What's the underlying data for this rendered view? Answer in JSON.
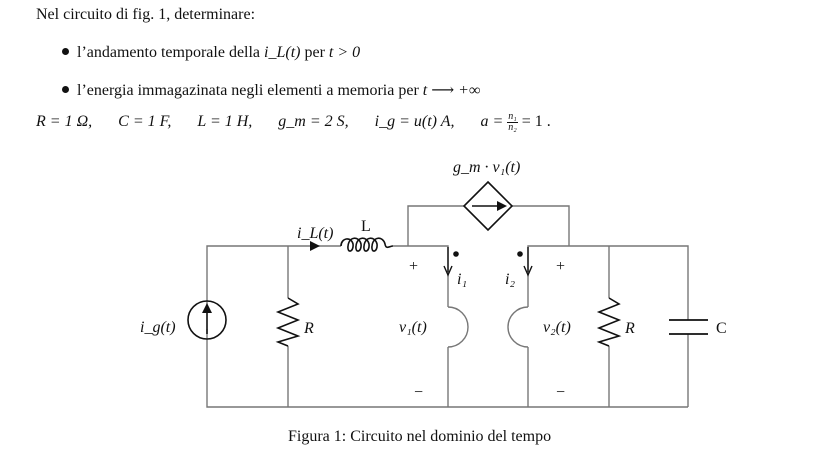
{
  "problem": {
    "intro": "Nel circuito di fig. 1, determinare:",
    "tasks": [
      {
        "text": "l’andamento temporale della ",
        "math": "i_L(t)",
        "text2": " per ",
        "cond": "t > 0"
      },
      {
        "text": "l’energia immagazinata negli elementi a memoria per ",
        "cond": "t ⟶ +∞"
      }
    ],
    "params": [
      "R = 1 Ω,",
      "C = 1 F,",
      "L = 1 H,",
      "g_m = 2 S,",
      "i_g = u(t) A,"
    ],
    "ratio": {
      "lhs": "a =",
      "num": "n₁",
      "den": "n₂",
      "rhs": "= 1 ."
    }
  },
  "circuit": {
    "labels": {
      "source": "i_g(t)",
      "resistor_left": "R",
      "inductor": "L",
      "inductor_current": "i_L(t)",
      "dependent_source": "g_m · v₁(t)",
      "v1": "v₁(t)",
      "v2": "v₂(t)",
      "i1": "i₁",
      "i2": "i₂",
      "resistor_right": "R",
      "capacitor": "C",
      "plus": "+",
      "minus": "−"
    },
    "wire_color": "#777777",
    "component_color": "#111111",
    "label_color": "#1a2a66"
  },
  "caption": "Figura 1: Circuito nel dominio del tempo"
}
